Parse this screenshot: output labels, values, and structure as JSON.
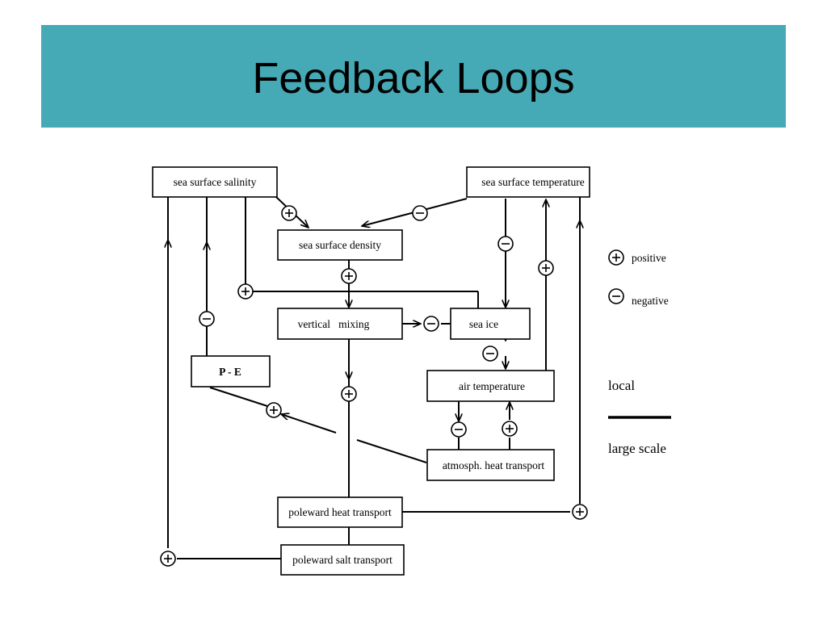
{
  "slide": {
    "title": "Feedback Loops"
  },
  "diagram": {
    "boxes": {
      "sss": "sea surface salinity",
      "sst": "sea surface temperature",
      "ssd": "sea surface density",
      "vm": "vertical   mixing",
      "ice": "sea ice",
      "pe": "P - E",
      "air": "air temperature",
      "aht": "atmosph. heat transport",
      "pht": "poleward heat transport",
      "pst": "poleward salt transport"
    },
    "signs": {
      "positive": "+",
      "negative": "−"
    },
    "legend": {
      "positive": "positive",
      "negative": "negative",
      "local": "local",
      "large_scale": "large scale"
    }
  }
}
